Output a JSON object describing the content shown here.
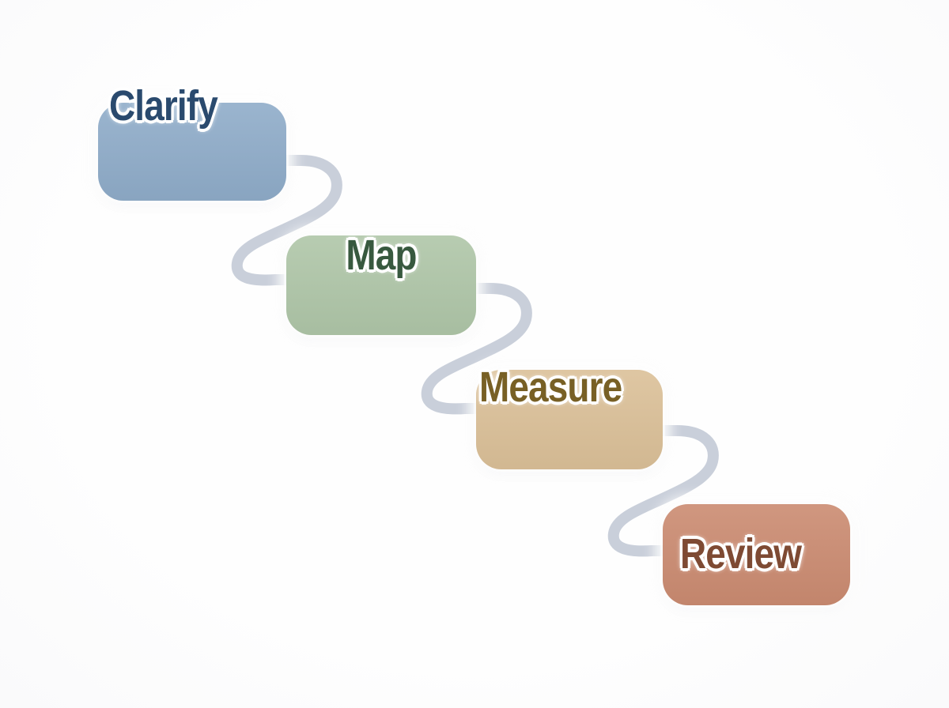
{
  "diagram": {
    "type": "stepped-flow",
    "background_color": "#FDFDFD",
    "connector": {
      "style": "s-curve",
      "color": "#C9CFDA"
    },
    "steps": [
      {
        "label": "Clarify",
        "box_color": "#8FACC9",
        "label_color": "#2A4A6E",
        "label_outline_color": "#FFFFFF"
      },
      {
        "label": "Map",
        "box_color": "#AFC6A8",
        "label_color": "#38593F",
        "label_outline_color": "#FFFFFF"
      },
      {
        "label": "Measure",
        "box_color": "#DBC098",
        "label_color": "#786025",
        "label_outline_color": "#FFFFFF"
      },
      {
        "label": "Review",
        "box_color": "#CB8B71",
        "label_color": "#7E4A33",
        "label_outline_color": "#FFFFFF"
      }
    ]
  }
}
